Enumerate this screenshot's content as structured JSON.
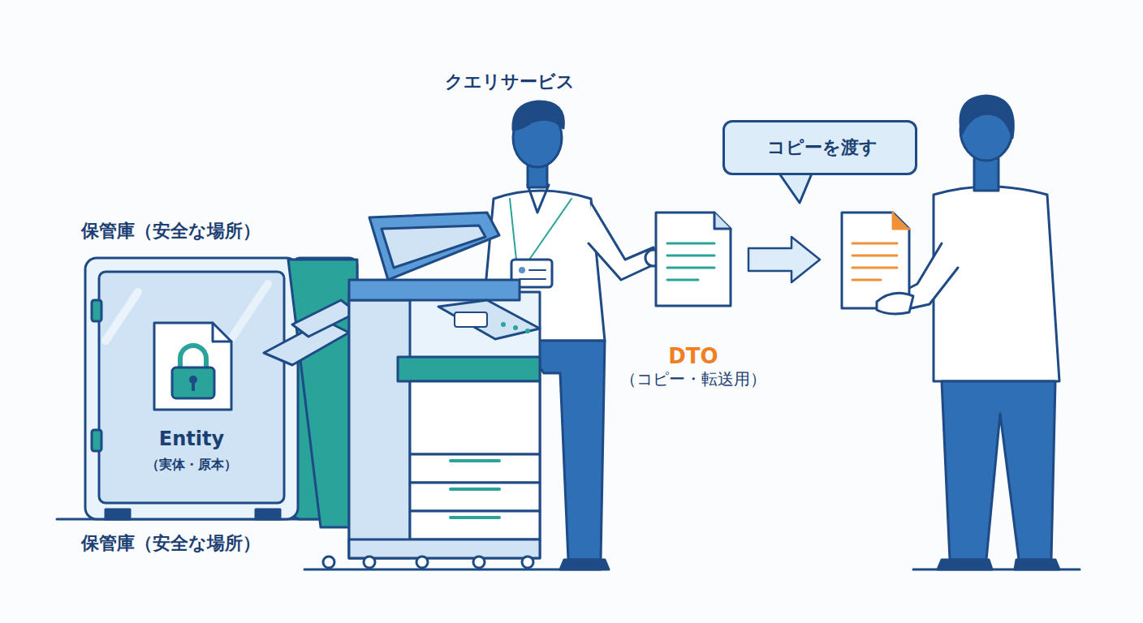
{
  "diagram": {
    "nodes": [
      {
        "text": [
          "保管庫（安全な場所）"
        ]
      },
      {
        "text": [
          "Entity",
          "（実体・原本）"
        ],
        "in": 0
      },
      {
        "text": [
          "DTO",
          "（コピー・転送用）"
        ]
      },
      {
        "text": [
          "コピーを渡す"
        ]
      }
    ],
    "labels": [
      "クエリサービス",
      "保管庫（安全な場所）"
    ]
  }
}
